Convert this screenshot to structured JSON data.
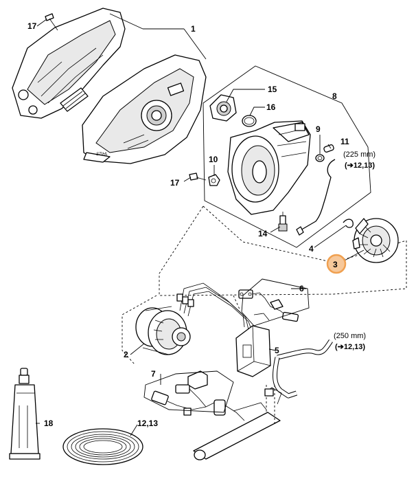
{
  "diagram": {
    "callouts": {
      "c1": "1",
      "c2": "2",
      "c3": "3",
      "c4": "4",
      "c5": "5",
      "c6": "6",
      "c7": "7",
      "c8": "8",
      "c9": "9",
      "c10": "10",
      "c11": "11",
      "c12_13": "12,13",
      "c14": "14",
      "c15": "15",
      "c16": "16",
      "c17a": "17",
      "c17b": "17",
      "c18": "18"
    },
    "notes": {
      "len225": "(225 mm)",
      "ref225": "(➔12,13)",
      "len250": "(250 mm)",
      "ref250": "(➔12,13)"
    },
    "highlight_color": "#f0a050"
  }
}
